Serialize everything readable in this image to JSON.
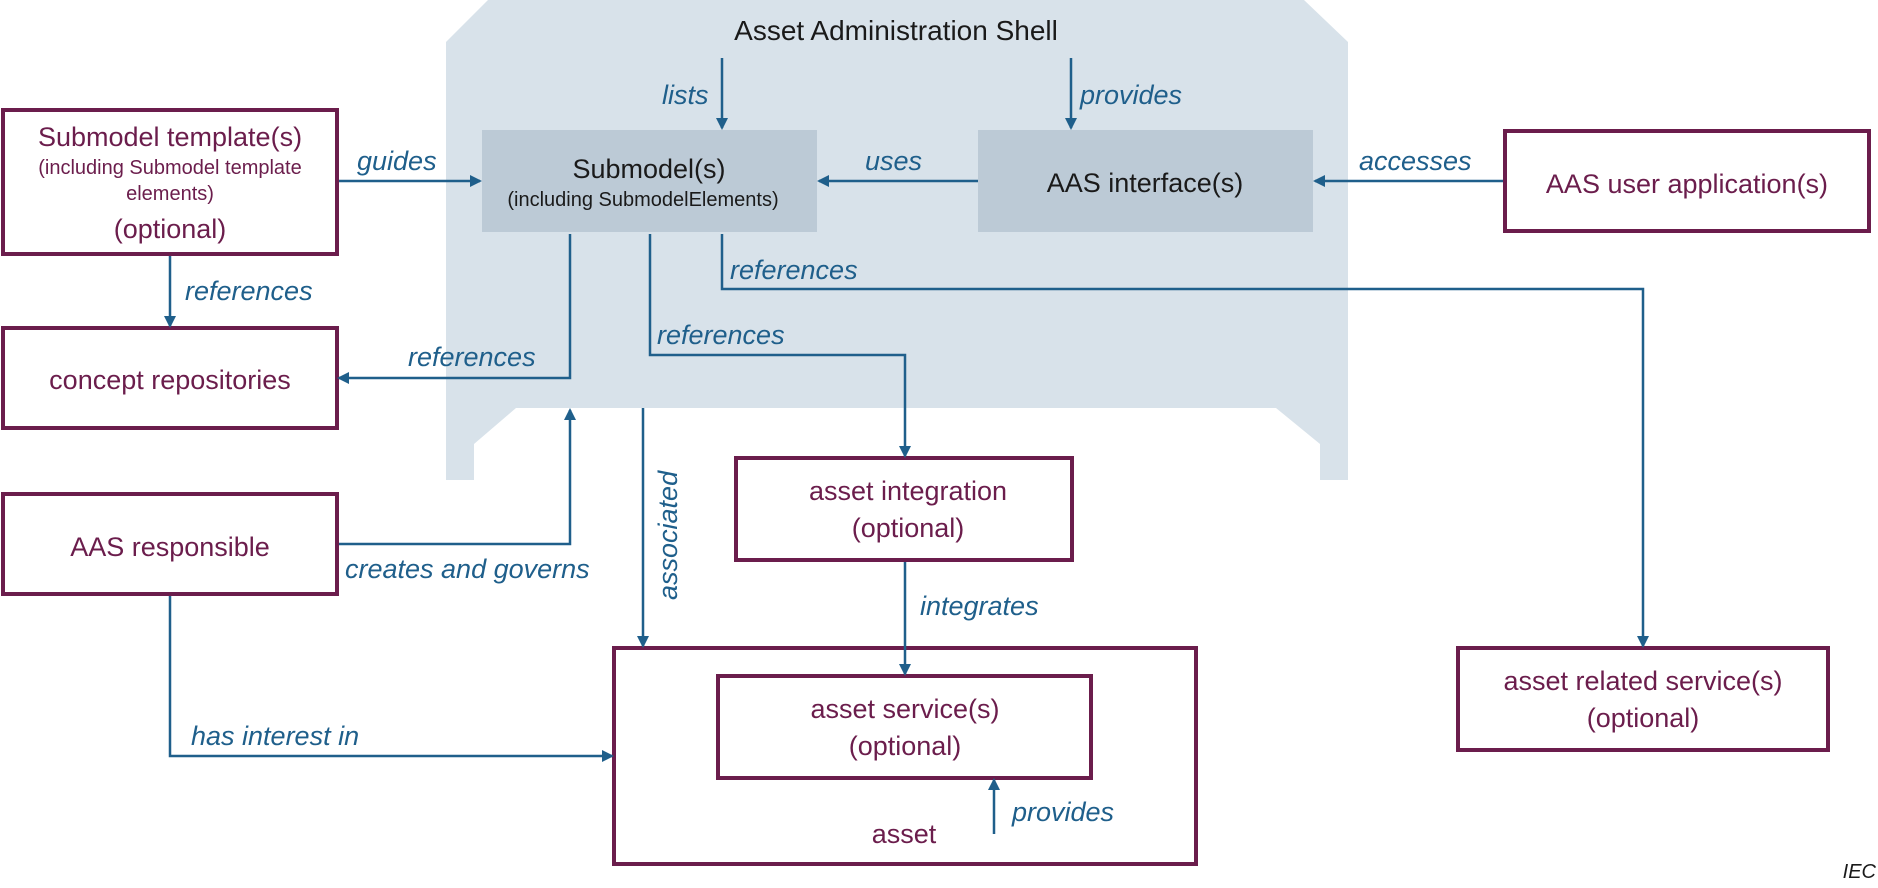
{
  "shell": {
    "title": "Asset Administration Shell",
    "color": "#d8e2ea"
  },
  "colors": {
    "box_border": "#6b1d4c",
    "arrow": "#1f5f8b",
    "inner_box": "#bccad6"
  },
  "nodes": {
    "submodels": {
      "label": "Submodel(s)",
      "sub": "(including SubmodelElements)"
    },
    "aas_interface": {
      "label": "AAS interface(s)"
    },
    "submodel_templates": {
      "line1": "Submodel template(s)",
      "line2": "(including Submodel template",
      "line3": "elements)",
      "line4": "(optional)"
    },
    "concept_repositories": {
      "label": "concept repositories"
    },
    "aas_responsible": {
      "label": "AAS responsible"
    },
    "aas_user_app": {
      "label": "AAS user application(s)"
    },
    "asset_integration": {
      "line1": "asset integration",
      "line2": "(optional)"
    },
    "asset_services": {
      "line1": "asset service(s)",
      "line2": "(optional)"
    },
    "asset": {
      "label": "asset"
    },
    "asset_related_services": {
      "line1": "asset related service(s)",
      "line2": "(optional)"
    }
  },
  "edges": {
    "lists": "lists",
    "provides_top": "provides",
    "guides": "guides",
    "uses": "uses",
    "accesses": "accesses",
    "references_template": "references",
    "references_concept": "references",
    "references_integration": "references",
    "references_related": "references",
    "creates_and_governs": "creates and governs",
    "associated": "associated",
    "integrates": "integrates",
    "has_interest_in": "has interest in",
    "provides_asset": "provides"
  },
  "footer": {
    "iec": "IEC"
  }
}
